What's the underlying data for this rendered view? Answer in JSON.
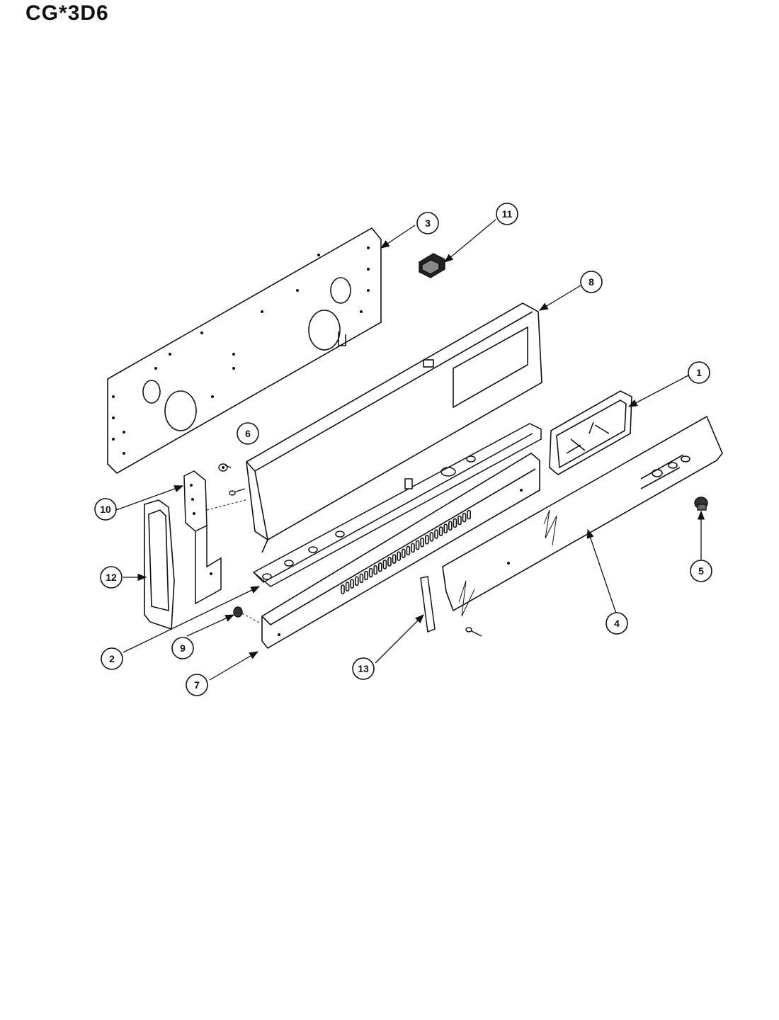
{
  "title": "CG*3D6",
  "callouts": [
    "1",
    "2",
    "3",
    "4",
    "5",
    "6",
    "7",
    "8",
    "9",
    "10",
    "11",
    "12",
    "13"
  ]
}
